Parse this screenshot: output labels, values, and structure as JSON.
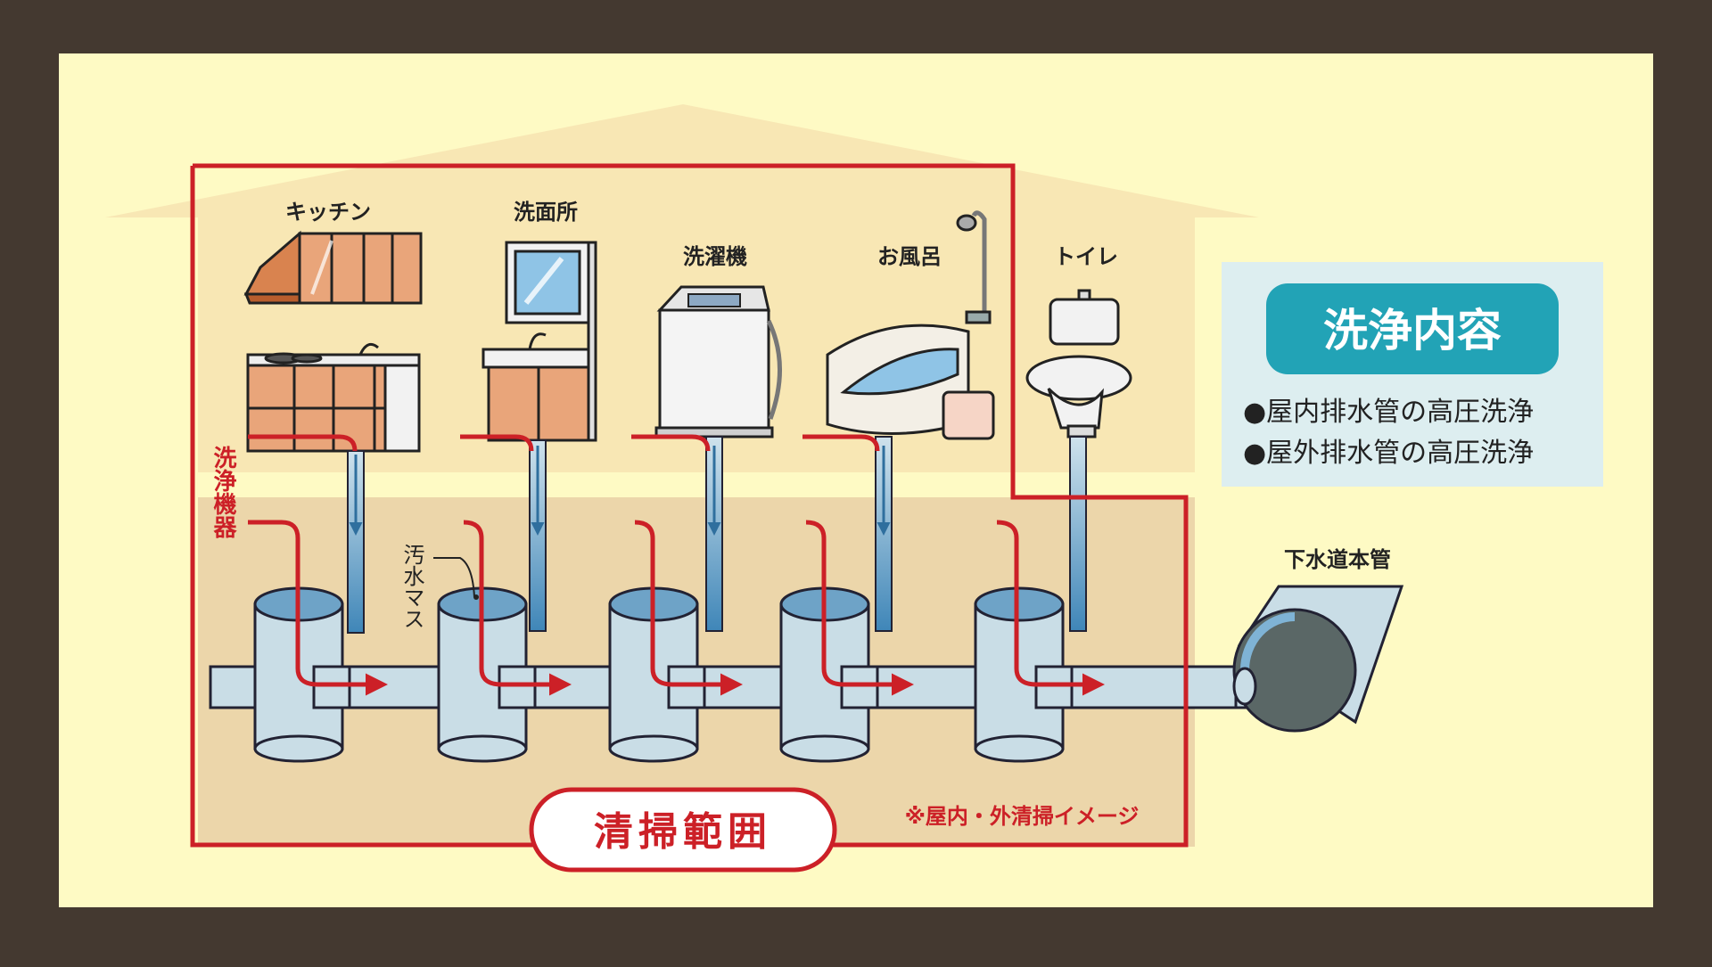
{
  "colors": {
    "frame": "#443930",
    "panel": "#fefac4",
    "house": "#f8e7b4",
    "ground": "#ecd6aa",
    "red": "#cc2027",
    "pipe": "#c9dde6",
    "water": "#3f86b8",
    "teal": "#22a3b6",
    "info_bg": "#ddeef0",
    "cabinet": "#e8a47a",
    "sewer": "#5a6766"
  },
  "fixtures": {
    "kitchen": "キッチン",
    "washroom": "洗面所",
    "washer": "洗濯機",
    "bath": "お風呂",
    "toilet": "トイレ"
  },
  "labels": {
    "equipment": "洗浄機器",
    "basin": "汚水マス",
    "sewer": "下水道本管",
    "scope": "清掃範囲",
    "note": "※屋内・外清掃イメージ"
  },
  "info": {
    "title": "洗浄内容",
    "items": [
      "●屋内排水管の高圧洗浄",
      "●屋外排水管の高圧洗浄"
    ]
  }
}
